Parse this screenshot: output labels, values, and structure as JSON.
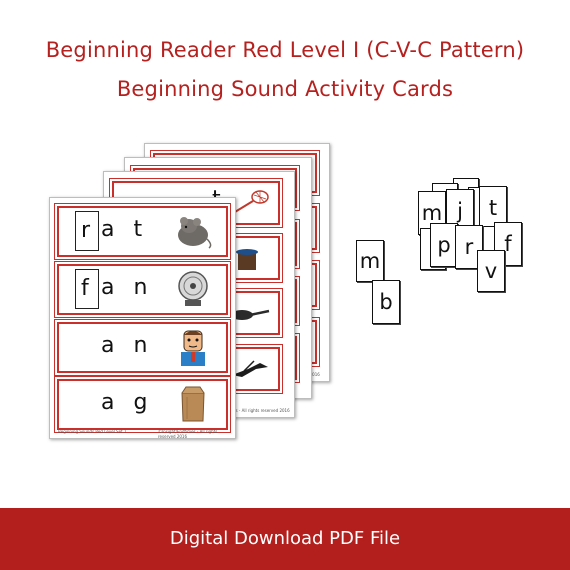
{
  "header": {
    "title_line1": "Beginning Reader Red Level I (C-V-C Pattern)",
    "title_line2": "Beginning Sound Activity Cards"
  },
  "front_card": {
    "rows": [
      {
        "slot_letter": "r",
        "rest": "a t",
        "image": "rat-icon"
      },
      {
        "slot_letter": "f",
        "rest": "a n",
        "image": "fan-icon"
      },
      {
        "slot_letter": "",
        "rest": "a n",
        "image": "man-icon"
      },
      {
        "slot_letter": "",
        "rest": "a g",
        "image": "bag-icon"
      }
    ],
    "footer_left": "Beginning Sounds Red Level Set 1",
    "footer_right": "©Insight/Endtimes - All rights reserved 2016"
  },
  "back_cards": {
    "footer_mid": "©Insight/Endtimes - All rights reserved 2016",
    "footer_right": "ved 2016",
    "images": [
      "net-icon",
      "pot-icon",
      "pan-icon",
      "bat-icon"
    ],
    "first_row_letter": "t"
  },
  "tiles_pair": [
    "m",
    "b"
  ],
  "tiles_cluster": [
    "m",
    "j",
    "t",
    "p",
    "r",
    "f",
    "v"
  ],
  "banner": {
    "text": "Digital Download PDF File"
  },
  "colors": {
    "accent": "#b21f1c",
    "card_border": "#c9302c"
  }
}
